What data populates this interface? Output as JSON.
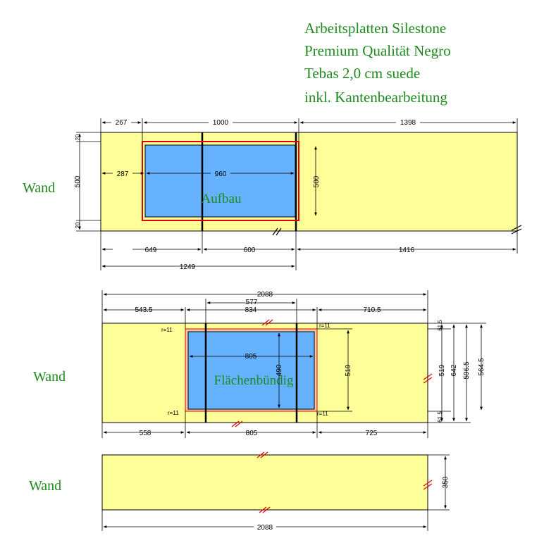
{
  "title_lines": [
    "Arbeitsplatten Silestone",
    "Premium Qualität Negro",
    "Tebas 2,0 cm suede",
    "inkl. Kantenbearbeitung"
  ],
  "colors": {
    "title": "#1f8a1f",
    "slab_fill": "#ffff99",
    "cutout_fill": "#66b2ff",
    "cut_outline": "#e00000",
    "edge_mark": "#e00000"
  },
  "top_panel": {
    "wall_label": "Wand",
    "cutout_label": "Aufbau",
    "dims": {
      "top_left": "267",
      "top_mid": "1000",
      "top_right": "1398",
      "inner_left": "287",
      "inner_width": "960",
      "height_left": "500",
      "height_right": "500",
      "small_top": "20",
      "small_bottom": "20",
      "bottom_left": "649",
      "bottom_mid": "600",
      "bottom_right": "1416",
      "bottom_total": "1249"
    }
  },
  "mid_panel": {
    "wall_label": "Wand",
    "cutout_label": "Flächenbündig",
    "dims": {
      "total": "2088",
      "offset": "577",
      "left": "543.5",
      "mid": "834",
      "right": "710.5",
      "inner_width": "805",
      "inner_height": "490",
      "height_519": "519",
      "right_519": "519",
      "right_642": "642",
      "right_596": "596.5",
      "right_564": "564.5",
      "small_top": "61.5",
      "small_bottom": "61.5",
      "bottom_left": "558",
      "bottom_mid": "805",
      "bottom_right": "725",
      "r_tl": "r=11",
      "r_tr": "r=11",
      "r_bl": "r=11",
      "r_br": "r=11"
    }
  },
  "bottom_panel": {
    "wall_label": "Wand",
    "dims": {
      "height": "350",
      "total": "2088"
    }
  }
}
